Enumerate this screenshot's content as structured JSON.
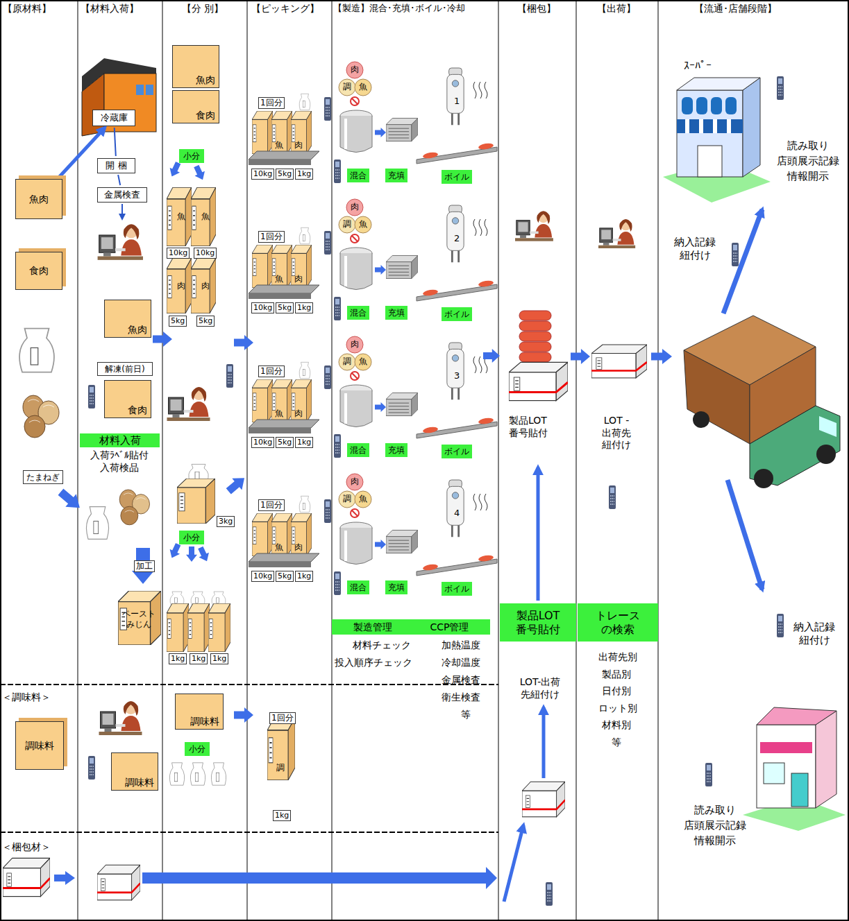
{
  "diagram": {
    "nodes": [
      {
        "text": [
          "魚肉"
        ]
      },
      {
        "text": [
          "食肉"
        ]
      },
      {
        "text": [
          "たまねぎ"
        ]
      },
      {
        "text": [
          "調味料"
        ]
      },
      {
        "text": [
          "冷蔵庫"
        ]
      },
      {
        "text": [
          "開 梱"
        ]
      },
      {
        "text": [
          "金属検査"
        ]
      },
      {
        "text": [
          "魚肉"
        ]
      },
      {
        "text": [
          "解凍(前日)"
        ]
      },
      {
        "text": [
          "食肉"
        ]
      },
      {
        "text": [
          "材料入荷"
        ]
      },
      {
        "text": [
          "魚肉"
        ]
      },
      {
        "text": [
          "食肉"
        ]
      },
      {
        "text": [
          "小分"
        ]
      },
      {
        "text": [
          "小分"
        ]
      },
      {
        "text": [
          "調味料"
        ]
      },
      {
        "text": [
          "調味料"
        ]
      },
      {
        "text": [
          "小分"
        ]
      },
      {
        "text": [
          "混合"
        ]
      },
      {
        "text": [
          "充填"
        ]
      },
      {
        "text": [
          "ボイル"
        ]
      },
      {
        "text": [
          "混合"
        ]
      },
      {
        "text": [
          "充填"
        ]
      },
      {
        "text": [
          "ボイル"
        ]
      },
      {
        "text": [
          "混合"
        ]
      },
      {
        "text": [
          "充填"
        ]
      },
      {
        "text": [
          "ボイル"
        ]
      },
      {
        "text": [
          "混合"
        ]
      },
      {
        "text": [
          "充填"
        ]
      },
      {
        "text": [
          "ボイル"
        ]
      },
      {
        "text": [
          "製造管理",
          "CCP管理"
        ]
      },
      {
        "text": [
          "製品LOT 番号貼付"
        ]
      },
      {
        "text": [
          "トレース の検索"
        ]
      }
    ],
    "edges": [
      {
        "from": 0,
        "to": 4,
        "arrow": "to"
      },
      {
        "from": 4,
        "to": 5,
        "arrow": "none"
      },
      {
        "from": 5,
        "to": 6,
        "arrow": "none"
      }
    ],
    "labels": [
      "【原材料】",
      "【材料入荷】",
      "【分 別】",
      "【ピッキング】",
      "【製造】混合･充填･ボイル･冷却",
      "【梱包】",
      "【出荷】",
      "【流通･店舗段階】",
      "入荷ﾗﾍﾞﾙ貼付 入荷検品",
      "加工",
      "ペースト みじん",
      "魚",
      "魚",
      "10kg",
      "10kg",
      "肉",
      "肉",
      "5kg",
      "5kg",
      "3kg",
      "1kg",
      "1kg",
      "1kg",
      "1回分",
      "魚",
      "肉",
      "10kg",
      "5kg",
      "1kg",
      "1回分",
      "魚",
      "肉",
      "10kg",
      "5kg",
      "1kg",
      "1回分",
      "魚",
      "肉",
      "10kg",
      "5kg",
      "1kg",
      "1回分",
      "魚",
      "肉",
      "10kg",
      "5kg",
      "1kg",
      "肉",
      "調",
      "魚",
      "1",
      "肉",
      "調",
      "魚",
      "2",
      "肉",
      "調",
      "魚",
      "3",
      "肉",
      "調",
      "魚",
      "4",
      "材料チェック",
      "投入順序チェック",
      "加熱温度",
      "冷却温度",
      "金属検査",
      "衛生検査",
      "等",
      "製品LOT 番号貼付",
      "LOT-出荷 先紐付け",
      "LOT - 出荷先 紐付け",
      "出荷先別 製品別 日付別 ロット別 材料別 等",
      "＜調味料＞",
      "＜梱包材＞",
      "調",
      "1回分",
      "1kg",
      "ｽｰﾊﾟｰ",
      "読み取り 店頭展示記録 情報開示",
      "納入記録 紐付け",
      "納入記録 紐付け",
      "読み取り 店頭展示記録 情報開示"
    ]
  }
}
